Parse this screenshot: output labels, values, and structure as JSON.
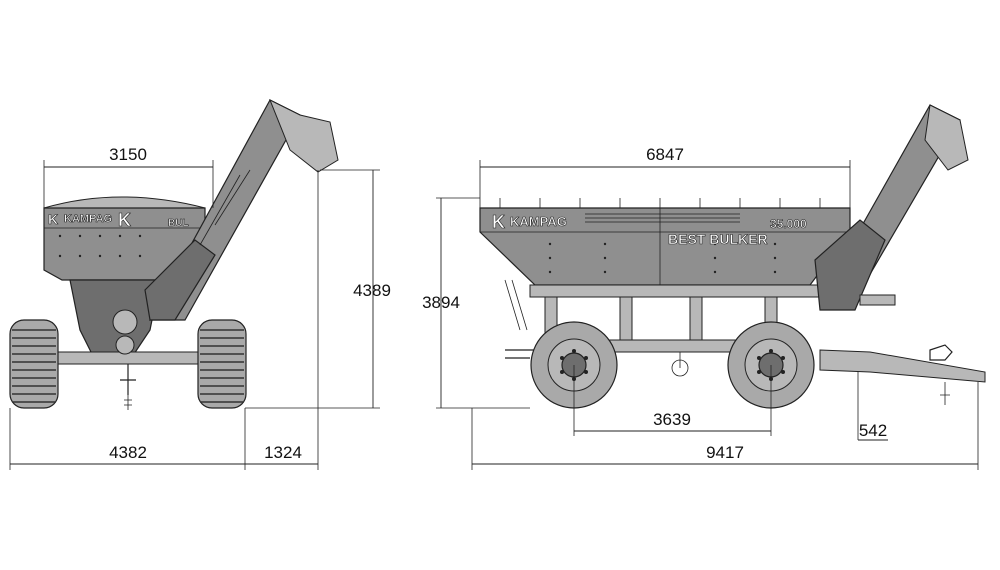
{
  "brand": {
    "logo_text": "KAMPAG",
    "logo_mark": "K",
    "model_name": "BEST BULKER",
    "model_number": "35.000",
    "front_badge": "BUL"
  },
  "front_view": {
    "dims": {
      "top_width": "3150",
      "height": "4389",
      "bottom_width": "4382",
      "auger_offset": "1324"
    }
  },
  "side_view": {
    "dims": {
      "top_length": "6847",
      "height": "3894",
      "axle_span": "3639",
      "drawbar_height": "542",
      "total_length": "9417"
    }
  }
}
